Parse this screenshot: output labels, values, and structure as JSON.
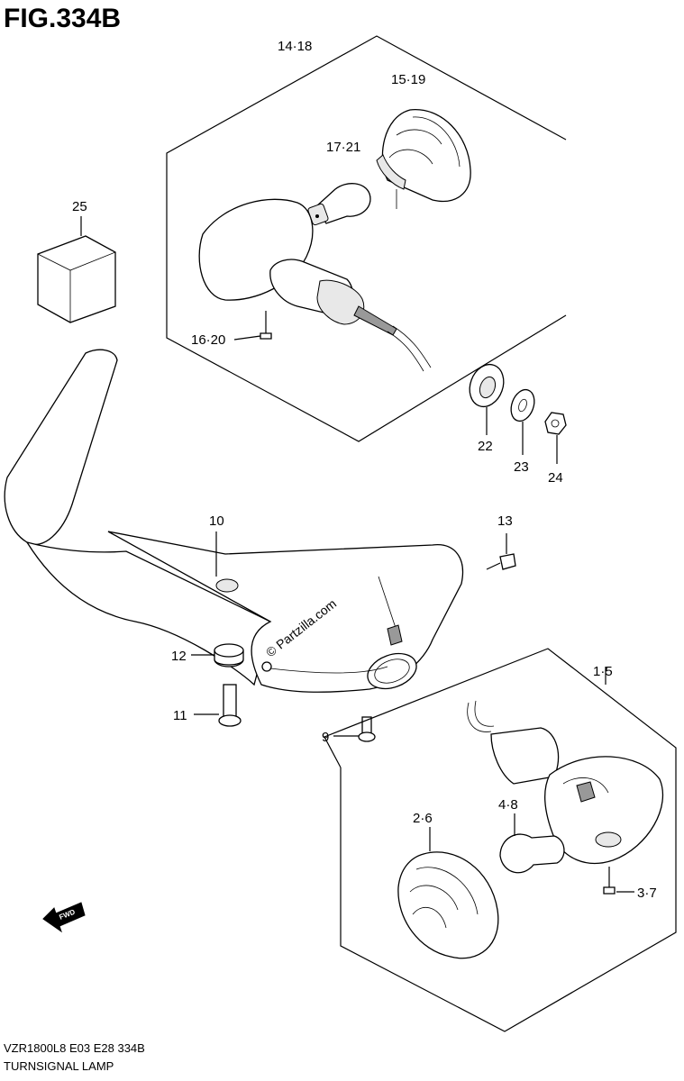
{
  "figure": {
    "title": "FIG.334B",
    "footer_code": "VZR1800L8  E03  E28  334B",
    "footer_name": "TURNSIGNAL LAMP",
    "watermark": "© Partzilla.com",
    "fwd_label": "FWD"
  },
  "callouts": {
    "c14_18": "14·18",
    "c15_19": "15·19",
    "c17_21": "17·21",
    "c25": "25",
    "c16_20": "16·20",
    "c22": "22",
    "c23": "23",
    "c24": "24",
    "c10": "10",
    "c13": "13",
    "c12": "12",
    "c11": "11",
    "c9": "9",
    "c1_5": "1·5",
    "c2_6": "2·6",
    "c4_8": "4·8",
    "c3_7": "3·7"
  }
}
